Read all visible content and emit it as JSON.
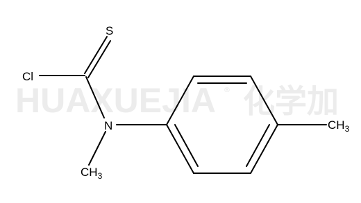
{
  "watermark": {
    "latin": "HUAXUEJIA",
    "registered": "®",
    "cjk": "化学加"
  },
  "atoms": {
    "sulfur": "S",
    "chlorine": "Cl",
    "nitrogen": "N",
    "methyl_n": {
      "main": "CH",
      "sub": "3"
    },
    "methyl_ring": {
      "main": "CH",
      "sub": "3"
    }
  },
  "colors": {
    "bond": "#000000",
    "watermark": "#ececec"
  }
}
